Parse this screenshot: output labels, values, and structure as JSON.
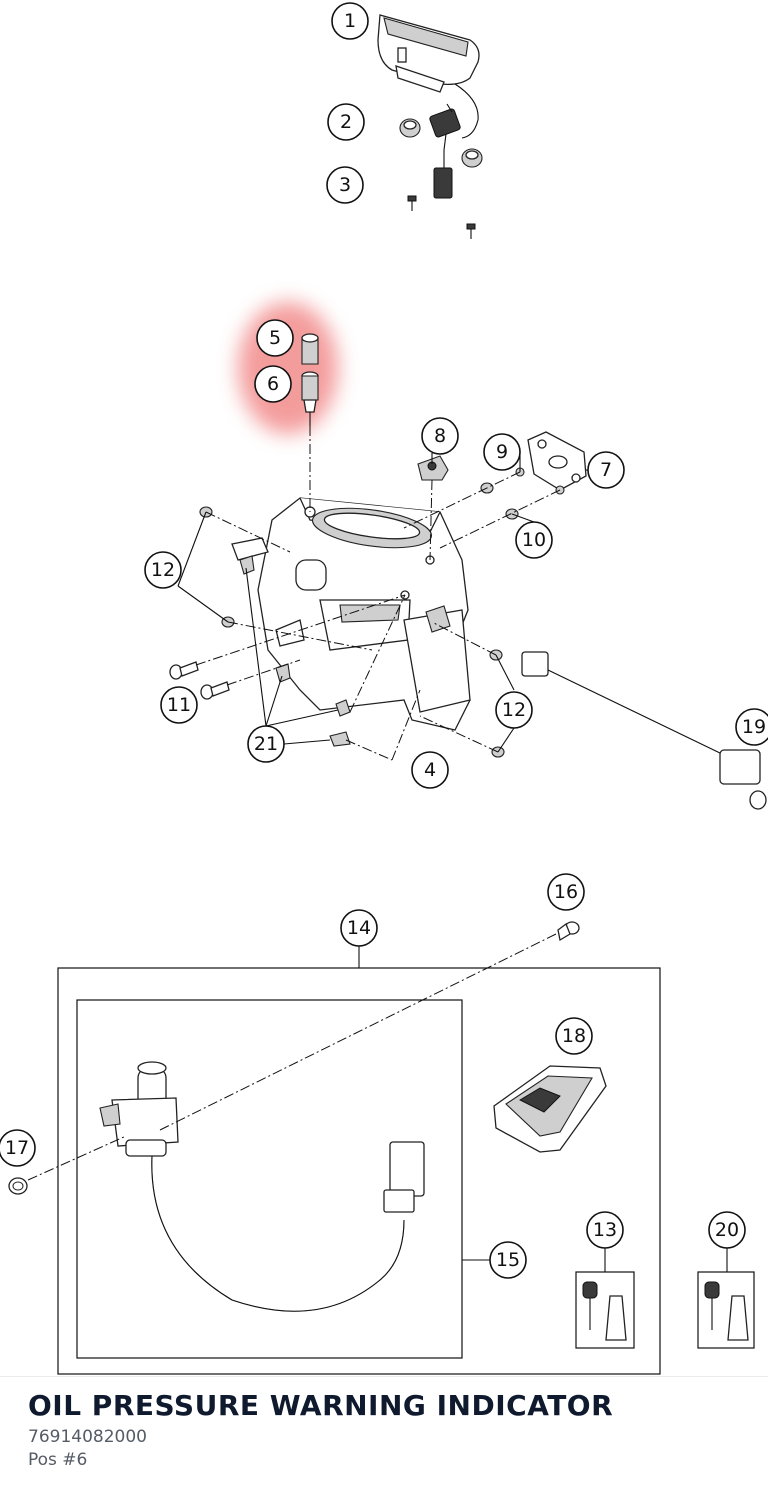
{
  "diagram": {
    "callouts": [
      "1",
      "2",
      "3",
      "4",
      "5",
      "6",
      "7",
      "8",
      "9",
      "10",
      "11",
      "12",
      "13",
      "14",
      "15",
      "16",
      "17",
      "18",
      "19",
      "20",
      "21"
    ],
    "highlight": {
      "positions": [
        "5",
        "6"
      ],
      "color": "#f28b8b"
    }
  },
  "part": {
    "title": "OIL PRESSURE WARNING INDICATOR",
    "number": "76914082000",
    "position": "Pos #6"
  }
}
